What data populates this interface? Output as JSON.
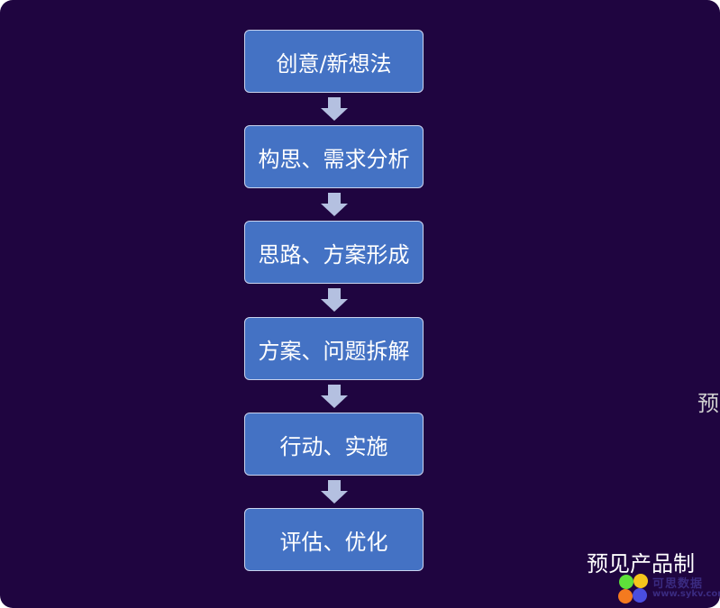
{
  "steps": [
    "创意/新想法",
    "构思、需求分析",
    "思路、方案形成",
    "方案、问题拆解",
    "行动、实施",
    "评估、优化"
  ],
  "side_text": "预",
  "brand_text": "预见产品制",
  "logo": {
    "name": "可思数据",
    "url": "www.sykv.com"
  },
  "colors": {
    "background": "#1f0540",
    "box": "#4472c4",
    "arrow": "#b4c0e0"
  }
}
